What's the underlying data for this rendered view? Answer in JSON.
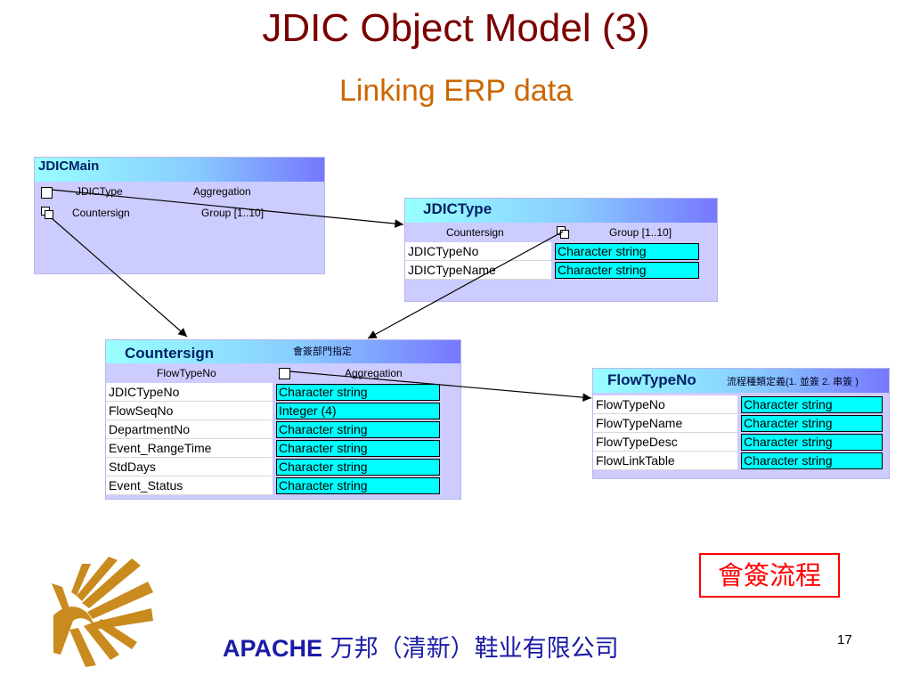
{
  "slide": {
    "title": "JDIC Object Model (3)",
    "subtitle": "Linking ERP data",
    "tag": "會簽流程",
    "footer_brand": "APACHE",
    "footer_company": " 万邦（清新）鞋业有限公司",
    "page_number": "17"
  },
  "entities": {
    "jdicmain": {
      "name": "JDICMain",
      "rel1": {
        "name": "JDICType",
        "kind": "Aggregation"
      },
      "rel2": {
        "name": "Countersign",
        "kind": "Group [1..10]"
      }
    },
    "jdictype": {
      "name": "JDICType",
      "rel": {
        "name": "Countersign",
        "kind": "Group [1..10]"
      },
      "attrs": [
        {
          "name": "JDICTypeNo",
          "type": "Character string"
        },
        {
          "name": "JDICTypeName",
          "type": "Character string"
        }
      ]
    },
    "countersign": {
      "name": "Countersign",
      "desc": "會簽部門指定",
      "rel": {
        "name": "FlowTypeNo",
        "kind": "Aggregation"
      },
      "attrs": [
        {
          "name": "JDICTypeNo",
          "type": "Character string"
        },
        {
          "name": "FlowSeqNo",
          "type": "Integer (4)"
        },
        {
          "name": "DepartmentNo",
          "type": "Character string"
        },
        {
          "name": "Event_RangeTime",
          "type": "Character string"
        },
        {
          "name": "StdDays",
          "type": "Character string"
        },
        {
          "name": "Event_Status",
          "type": "Character string"
        }
      ]
    },
    "flowtypeno": {
      "name": "FlowTypeNo",
      "desc": "流程種類定義(1. 並簽 2. 串簽 )",
      "attrs": [
        {
          "name": "FlowTypeNo",
          "type": "Character string"
        },
        {
          "name": "FlowTypeName",
          "type": "Character string"
        },
        {
          "name": "FlowTypeDesc",
          "type": "Character string"
        },
        {
          "name": "FlowLinkTable",
          "type": "Character string"
        }
      ]
    }
  },
  "colors": {
    "title": "#7a0000",
    "subtitle": "#cc6600",
    "entity_body": "#ccccff",
    "attr_type_fill": "#00ffff",
    "tag_red": "#ff0000",
    "footer_blue": "#1a1aa6",
    "logo_gold": "#c98a1e"
  },
  "icons": {
    "aggregation": "checkbox-icon",
    "group": "group-icon",
    "logo": "apache-logo-icon"
  }
}
